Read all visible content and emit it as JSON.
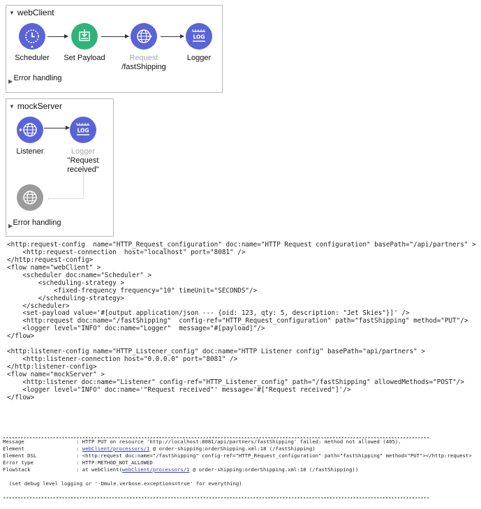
{
  "webclient_flow": {
    "title": "webClient",
    "nodes": [
      {
        "label": "Scheduler",
        "icon": "clock-icon"
      },
      {
        "label": "Set Payload",
        "icon": "payload-icon"
      },
      {
        "label": "Request",
        "sub": "/fastShipping",
        "icon": "globe-icon"
      },
      {
        "label": "Logger",
        "icon": "log-icon"
      }
    ],
    "error_handling": "Error handling"
  },
  "mockserver_flow": {
    "title": "mockServer",
    "nodes": [
      {
        "label": "Listener",
        "icon": "globe-icon"
      },
      {
        "label": "Logger",
        "sub": "\"Request received\"",
        "icon": "log-icon"
      }
    ],
    "error_handling": "Error handling"
  },
  "icon_text": {
    "log": "LOG"
  },
  "code_lines": [
    "<http:request-config  name=\"HTTP_Request_configuration\" doc:name=\"HTTP Request configuration\" basePath=\"/api/partners\" >",
    "    <http:request-connection  host=\"localhost\" port=\"8081\" />",
    "</http:request-config>",
    "<flow name=\"webClient\" >",
    "    <scheduler doc:name=\"Scheduler\" >",
    "        <scheduling-strategy >",
    "            <fixed-frequency frequency=\"10\" timeUnit=\"SECONDS\"/>",
    "        </scheduling-strategy>",
    "    </scheduler>",
    "    <set-payload value='#[output application/json --- {oid: 123, qty: 5, description: \"Jet Skies\"}]' />",
    "    <http:request doc:name=\"/fastShipping\"  config-ref=\"HTTP_Request_configuration\" path=\"fastShipping\" method=\"PUT\"/>",
    "    <logger level=\"INFO\" doc:name=\"Logger\"  message=\"#[payload]\"/>",
    "</flow>",
    "",
    "<http:listener-config name=\"HTTP_Listener_config\" doc:name=\"HTTP Listener config\" basePath=\"api/partners\" >",
    "    <http:listener-connection host=\"0.0.0.0\" port=\"8081\" />",
    "</http:listener-config>",
    "<flow name=\"mockServer\" >",
    "    <http:listener doc:name=\"Listener\" config-ref=\"HTTP_Listener_config\" path=\"/fastShipping\" allowedMethods=\"POST\"/>",
    "    <logger level=\"INFO\" doc:name='\"Request received\"' message='#[\"Request received\"]'/>",
    "</flow>"
  ],
  "log": {
    "stars": "*************************************************************************************************************************************************",
    "message_label": "Message",
    "message_value": ": HTTP PUT on resource 'http://localhost:8081/api/partners/fastShipping' failed: method not allowed (405).",
    "element_label": "Element",
    "element_link": "webClient/processors/1",
    "element_rest": " @ order-shipping:orderShipping.xml:18 (/fastShipping)",
    "element_dsl_label": "Element DSL",
    "element_dsl_value": ": <http:request doc:name=\"/fastShipping\" config-ref=\"HTTP_Request_configuration\" path=\"fastShipping\" method=\"PUT\"></http:request>",
    "error_type_label": "Error type",
    "error_type_value": ": HTTP:METHOD_NOT_ALLOWED",
    "flowstack_label": "FlowStack",
    "flowstack_pre": ": at webClient(",
    "flowstack_link": "webClient/processors/1",
    "flowstack_rest": " @ order-shipping:orderShipping.xml:18 (/fastShipping))",
    "debug_hint": "  (set debug level logging or '-Dmule.verbose.exceptions=true' for everything)"
  }
}
